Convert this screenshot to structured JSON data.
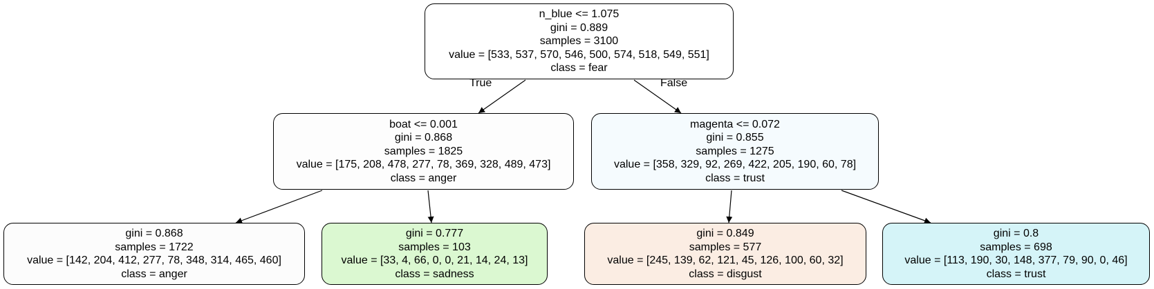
{
  "diagram": {
    "edge_labels": {
      "true_label": "True",
      "false_label": "False"
    },
    "nodes": {
      "root": {
        "lines": [
          "n_blue <= 1.075",
          "gini = 0.889",
          "samples = 3100",
          "value = [533, 537, 570, 546, 500, 574, 518, 549, 551]",
          "class = fear"
        ],
        "fill": "#ffffff"
      },
      "left": {
        "lines": [
          "boat <= 0.001",
          "gini = 0.868",
          "samples = 1825",
          "value = [175, 208, 478, 277, 78, 369, 328, 489, 473]",
          "class = anger"
        ],
        "fill": "#fdfdfd"
      },
      "right": {
        "lines": [
          "magenta <= 0.072",
          "gini = 0.855",
          "samples = 1275",
          "value = [358, 329, 92, 269, 422, 205, 190, 60, 78]",
          "class = trust"
        ],
        "fill": "#f5fbfe"
      },
      "left_left": {
        "lines": [
          "gini = 0.868",
          "samples = 1722",
          "value = [142, 204, 412, 277, 78, 348, 314, 465, 460]",
          "class = anger"
        ],
        "fill": "#fcfcfc"
      },
      "left_right": {
        "lines": [
          "gini = 0.777",
          "samples = 103",
          "value = [33, 4, 66, 0, 0, 21, 14, 24, 13]",
          "class = sadness"
        ],
        "fill": "#dbf8d1"
      },
      "right_left": {
        "lines": [
          "gini = 0.849",
          "samples = 577",
          "value = [245, 139, 62, 121, 45, 126, 100, 60, 32]",
          "class = disgust"
        ],
        "fill": "#fbede3"
      },
      "right_right": {
        "lines": [
          "gini = 0.8",
          "samples = 698",
          "value = [113, 190, 30, 148, 377, 79, 90, 0, 46]",
          "class = trust"
        ],
        "fill": "#d5f4f8"
      }
    }
  }
}
